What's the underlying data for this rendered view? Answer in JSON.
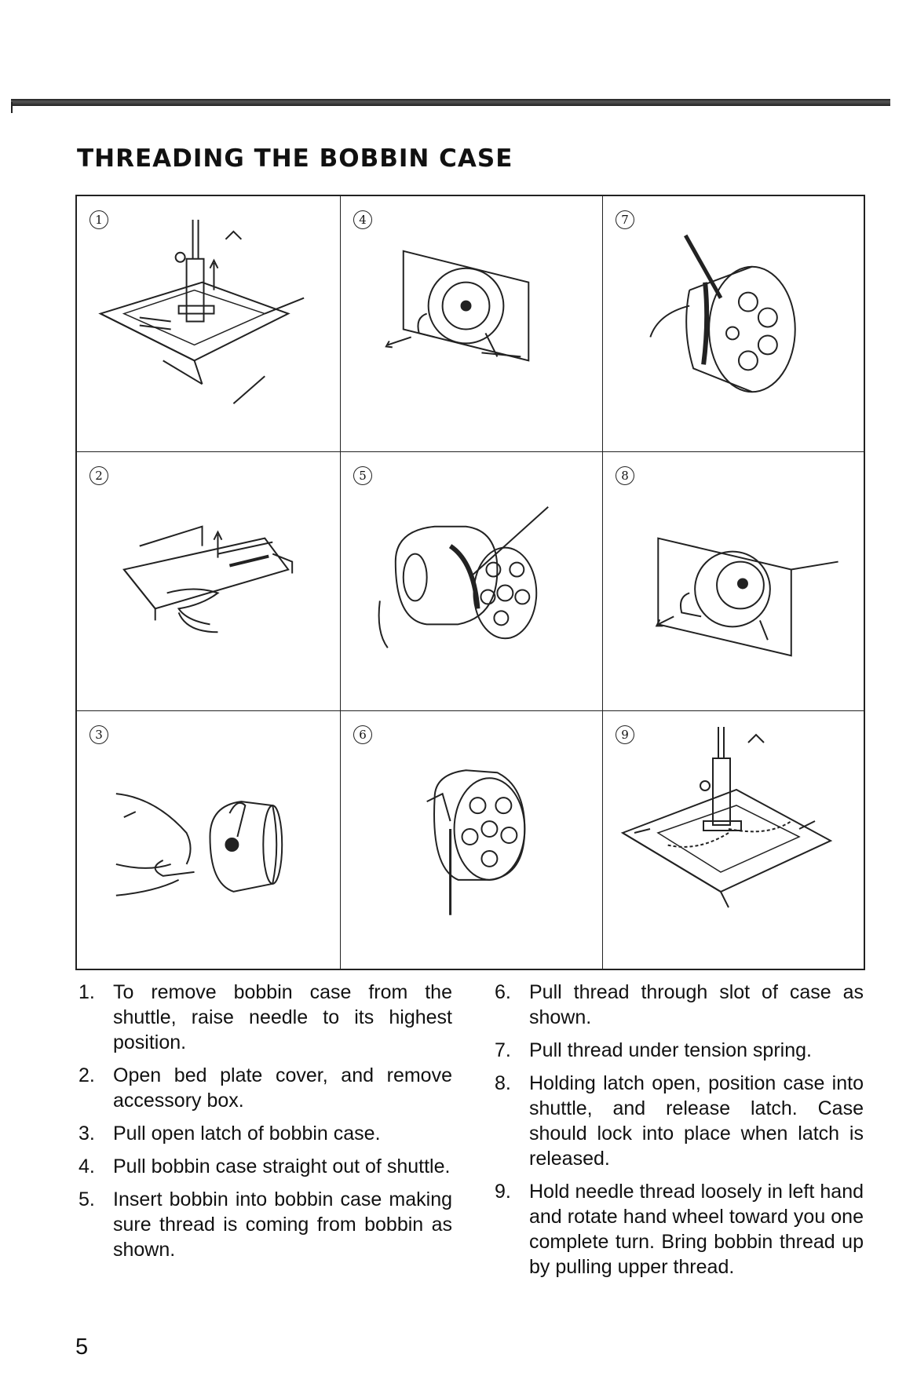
{
  "header": {
    "title": "THREADING THE BOBBIN CASE"
  },
  "panels": [
    {
      "number": "1",
      "icon": "needle-raised-illustration"
    },
    {
      "number": "4",
      "icon": "remove-bobbin-case-illustration"
    },
    {
      "number": "7",
      "icon": "thread-under-spring-illustration"
    },
    {
      "number": "2",
      "icon": "open-bed-cover-illustration"
    },
    {
      "number": "5",
      "icon": "insert-bobbin-illustration"
    },
    {
      "number": "8",
      "icon": "position-case-illustration"
    },
    {
      "number": "3",
      "icon": "pull-latch-illustration"
    },
    {
      "number": "6",
      "icon": "thread-through-slot-illustration"
    },
    {
      "number": "9",
      "icon": "bring-bobbin-thread-up-illustration"
    }
  ],
  "steps_left": [
    {
      "n": "1.",
      "text": "To remove bobbin case from the shuttle, raise needle to its highest position."
    },
    {
      "n": "2.",
      "text": "Open bed plate cover, and remove accessory box."
    },
    {
      "n": "3.",
      "text": "Pull open latch of bobbin case."
    },
    {
      "n": "4.",
      "text": "Pull bobbin case straight out of shuttle."
    },
    {
      "n": "5.",
      "text": "Insert bobbin into bobbin case making sure thread is coming from bobbin as shown."
    }
  ],
  "steps_right": [
    {
      "n": "6.",
      "text": "Pull thread through slot of case as shown."
    },
    {
      "n": "7.",
      "text": "Pull thread under tension spring."
    },
    {
      "n": "8.",
      "text": "Holding latch open, position case into shuttle, and release latch. Case should lock into place when latch is released."
    },
    {
      "n": "9.",
      "text": "Hold needle thread loosely in left hand and rotate hand wheel toward you one complete turn. Bring bobbin thread up by pulling upper thread."
    }
  ],
  "footer": {
    "page_number": "5"
  }
}
